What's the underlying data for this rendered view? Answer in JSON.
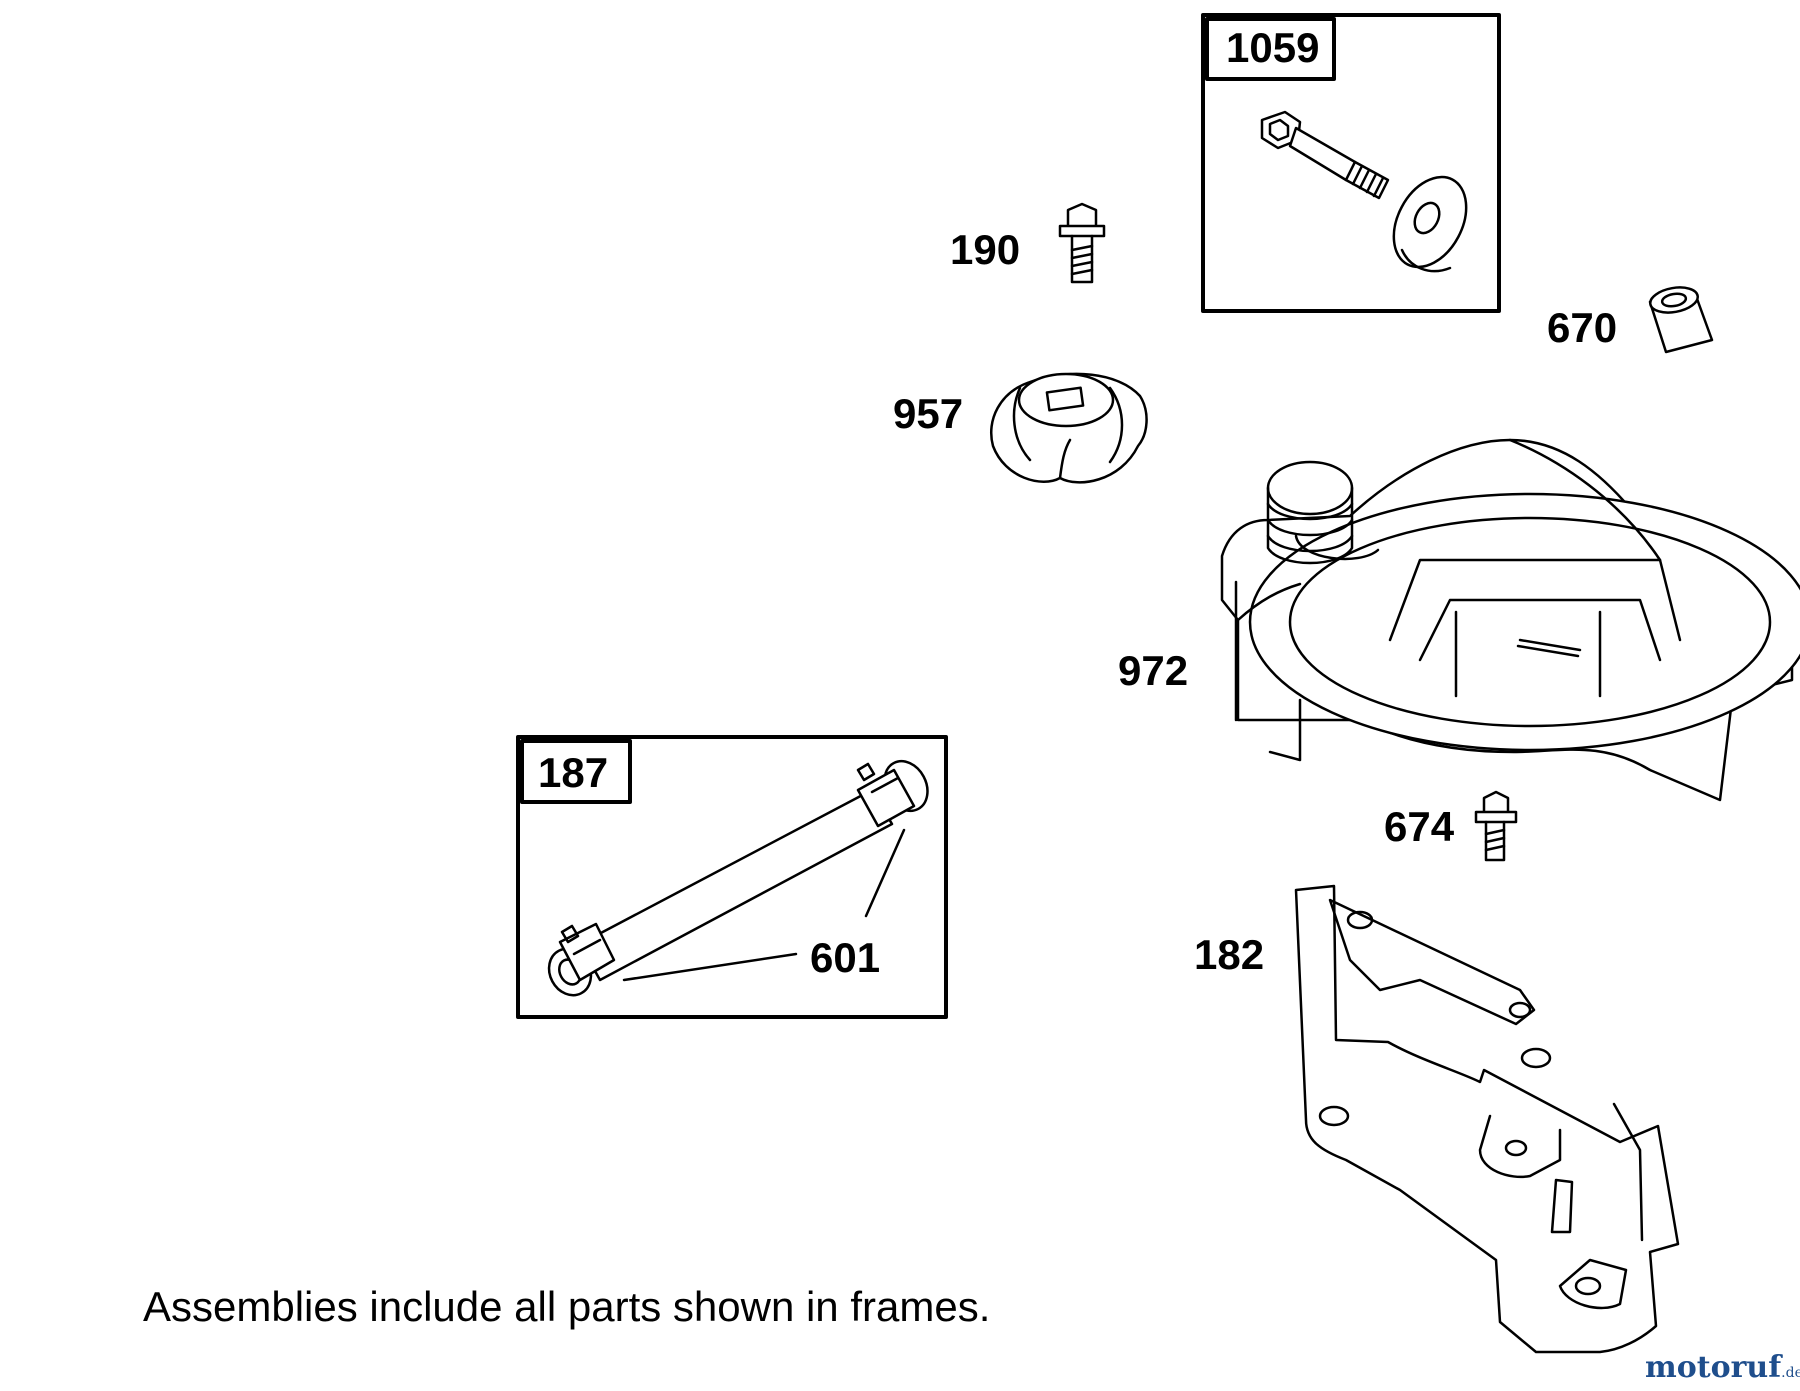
{
  "callouts": {
    "c1059": "1059",
    "c190": "190",
    "c670": "670",
    "c957": "957",
    "c972": "972",
    "c187": "187",
    "c601": "601",
    "c674": "674",
    "c182": "182"
  },
  "note": "Assemblies include all parts shown in frames.",
  "watermark": {
    "main": "motoruf",
    "suffix": ".de",
    "color_primary": "#1f4e8c",
    "color_accent": "#e07b1a"
  }
}
